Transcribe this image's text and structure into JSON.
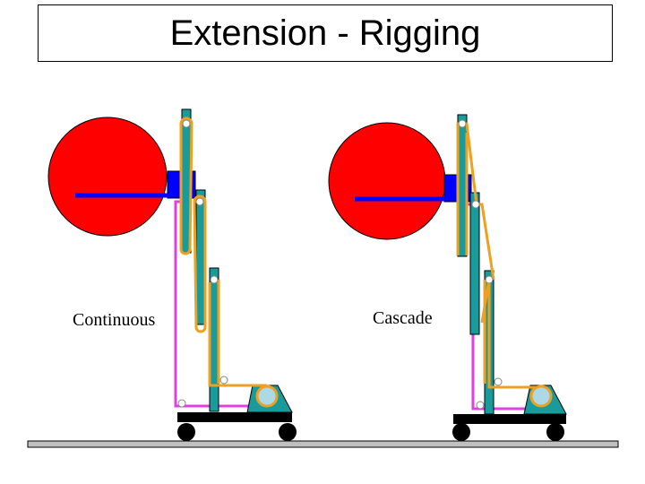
{
  "title": "Extension - Rigging",
  "diagrams": [
    {
      "label": "Continuous"
    },
    {
      "label": "Cascade"
    }
  ],
  "colors": {
    "load": "#ff0000",
    "carriage": "#0000ff",
    "mast": "#1a9b9b",
    "chain": "#f0a020",
    "hose": "#e040e0",
    "base": "#000000",
    "floor": "#c0c0c0",
    "sheave": "#add8e6"
  },
  "icons": [
    "load-circle",
    "mast-assembly",
    "wheel"
  ]
}
